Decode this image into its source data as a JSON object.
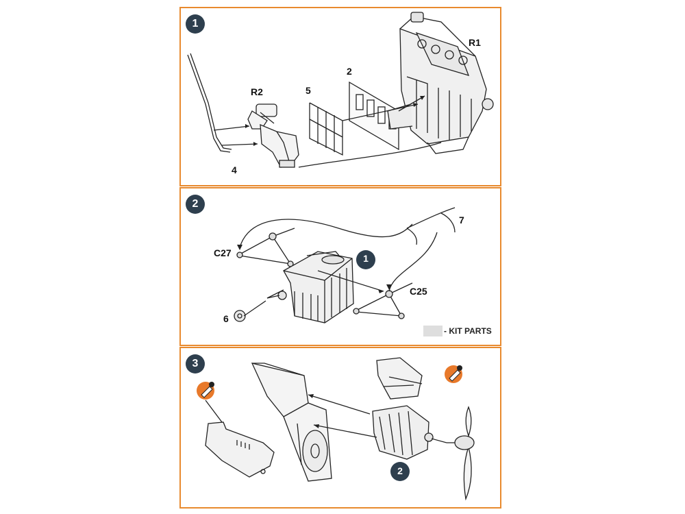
{
  "colors": {
    "frame": "#e88a2e",
    "badge": "#2e3f4e",
    "kit_swatch": "#dedede",
    "paint_marker": "#e8792a"
  },
  "steps": [
    {
      "number": "1",
      "labels": {
        "r1": "R1",
        "r2": "R2",
        "p2": "2",
        "p4": "4",
        "p5": "5"
      }
    },
    {
      "number": "2",
      "labels": {
        "c27": "C27",
        "c25": "C25",
        "p6": "6",
        "p7": "7",
        "sub_ref": "1"
      },
      "legend": {
        "dash": "-",
        "text": "KIT PARTS"
      }
    },
    {
      "number": "3",
      "labels": {
        "sub_ref": "2"
      },
      "icons": [
        "paint-marker-icon",
        "paint-marker-icon"
      ]
    }
  ]
}
